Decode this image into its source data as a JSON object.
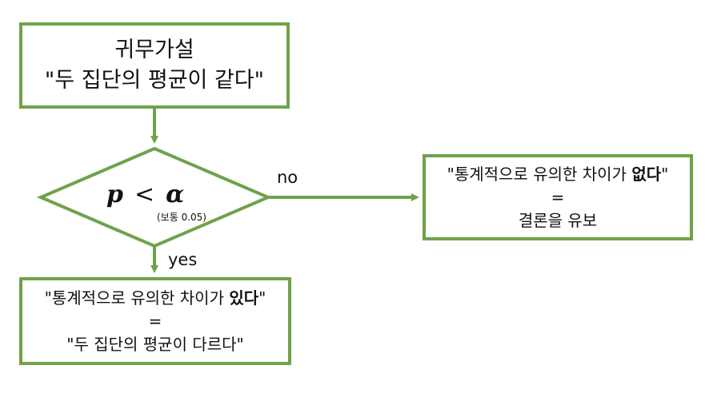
{
  "null_hypothesis": {
    "title": "귀무가설",
    "statement": "\"두 집단의 평균이 같다\""
  },
  "decision": {
    "p_symbol": "p",
    "operator": "<",
    "alpha_symbol": "α",
    "note": "(보통 0.05)"
  },
  "edges": {
    "no_label": "no",
    "yes_label": "yes"
  },
  "no_outcome": {
    "line1_prefix": "\"통계적으로 유의한 차이가 ",
    "line1_bold": "없다",
    "line1_suffix": "\"",
    "equals": "=",
    "conclusion": "결론을 유보"
  },
  "yes_outcome": {
    "line1_prefix": "\"통계적으로 유의한 차이가 ",
    "line1_bold": "있다",
    "line1_suffix": "\"",
    "equals": "=",
    "conclusion": "\"두 집단의 평균이 다르다\""
  },
  "colors": {
    "accent": "#70a24a",
    "text": "#111111",
    "background": "#ffffff"
  }
}
